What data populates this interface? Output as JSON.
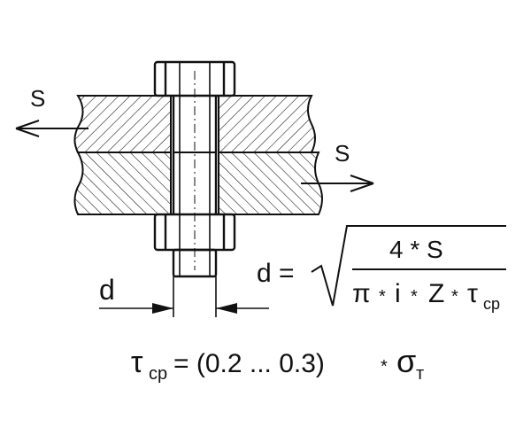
{
  "diagram": {
    "force_label_left": "S",
    "force_label_right": "S",
    "dimension_label": "d",
    "formula_d": {
      "lhs": "d =",
      "numerator": "4 * S",
      "den_pi": "π",
      "den_i": "i",
      "den_z": "Z",
      "den_tau": "τ",
      "den_tau_sub": "cp",
      "mult": "*"
    },
    "formula_tau": {
      "tau": "τ",
      "tau_sub": "cp",
      "rhs": "= (0.2 ... 0.3)",
      "mult": "*",
      "sigma": "σ",
      "sigma_sub": "т"
    }
  },
  "colors": {
    "ink": "#111111",
    "background": "#ffffff"
  }
}
